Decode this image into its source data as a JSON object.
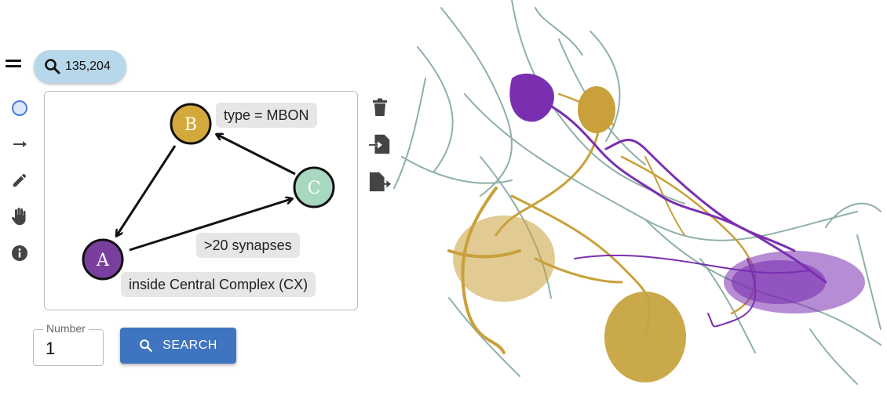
{
  "toolbar": {
    "result_count": "135,204"
  },
  "graph": {
    "nodes": [
      {
        "id": "B",
        "label": "B",
        "color": "#d4a93c"
      },
      {
        "id": "C",
        "label": "C",
        "color": "#a8d8c0"
      },
      {
        "id": "A",
        "label": "A",
        "color": "#7a3f9e"
      }
    ],
    "constraints": {
      "node_b": "type = MBON",
      "edge_a_c": ">20 synapses",
      "node_a": "inside Central Complex (CX)"
    }
  },
  "query": {
    "number_label": "Number",
    "number_value": "1",
    "search_label": "SEARCH"
  },
  "colors": {
    "accent": "#3f74c0",
    "chip": "#b7d7ea",
    "neuron_purple": "#7a2fb0",
    "neuron_gold": "#c9a03a",
    "neuron_green": "#8fb0a8"
  }
}
